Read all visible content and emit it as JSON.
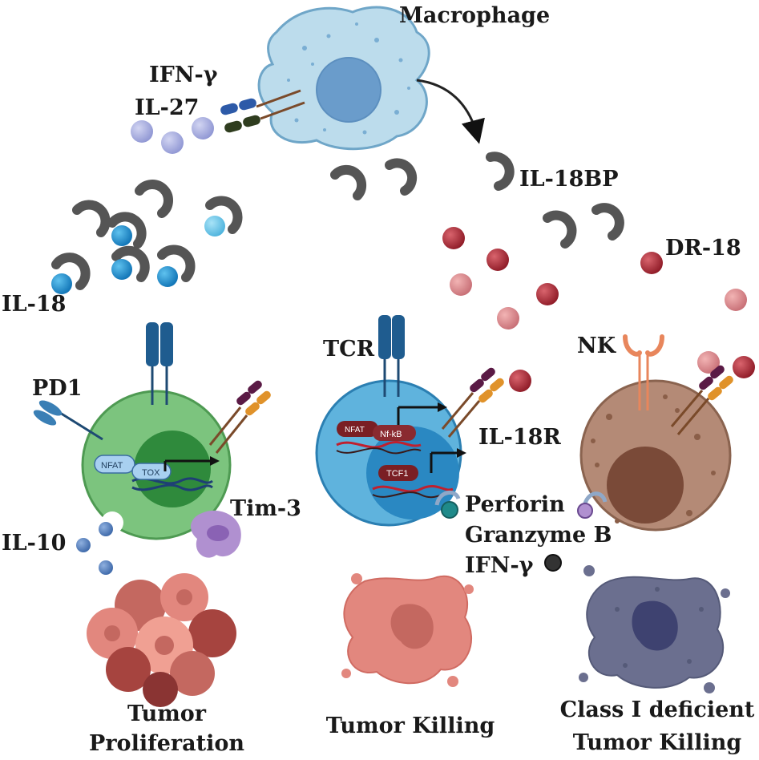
{
  "labels": {
    "macrophage": "Macrophage",
    "ifn_gamma_top": "IFN-γ",
    "il27": "IL-27",
    "il18bp": "IL-18BP",
    "dr18": "DR-18",
    "il18": "IL-18",
    "pd1": "PD1",
    "tcr": "TCR",
    "nk": "NK",
    "il18r": "IL-18R",
    "tim3": "Tim-3",
    "il10": "IL-10",
    "perforin": "Perforin",
    "granzyme_b": "Granzyme B",
    "ifn_gamma_bottom": "IFN-γ",
    "tumor_proliferation_line1": "Tumor",
    "tumor_proliferation_line2": "Proliferation",
    "tumor_killing": "Tumor Killing",
    "class1_line1": "Class I deficient",
    "class1_line2": "Tumor Killing"
  },
  "cell_labels": {
    "nfat_left": "NFAT",
    "tox": "TOX",
    "nfat_mid": "NFAT",
    "nfkb": "Nf-kB",
    "tcf1": "TCF1"
  },
  "colors": {
    "macrophage": "#b9d9ea",
    "exhausted_t_cell": "#7cc47e",
    "effector_t_cell": "#5fb3dd",
    "nk_cell": "#b48a76",
    "il18": "#1f8ac9",
    "il18bp": "#555555",
    "dr18": "#c0474f",
    "il27": "#a6acdf",
    "tumor": "#e2877e",
    "class1_tumor": "#6b6f8f"
  }
}
